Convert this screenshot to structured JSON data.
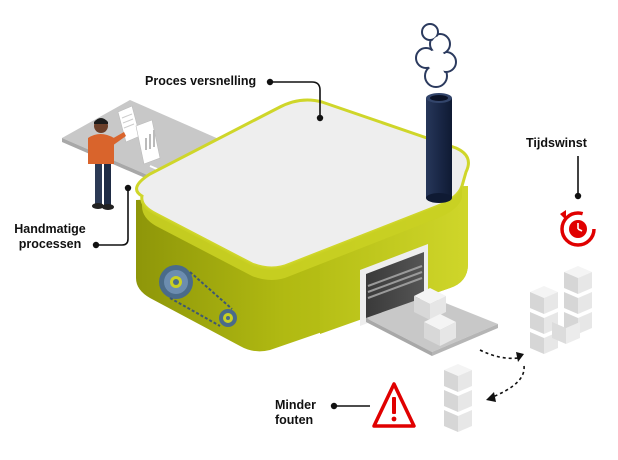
{
  "labels": {
    "process_acceleration": "Proces versnelling",
    "manual_processes_line1": "Handmatige",
    "manual_processes_line2": "processen",
    "time_savings": "Tijdswinst",
    "fewer_errors_line1": "Minder",
    "fewer_errors_line2": "fouten"
  },
  "colors": {
    "machine_body": "#a9b20f",
    "machine_top": "#efefef",
    "chimney": "#1b2a4a",
    "accent_red": "#e00000",
    "gear": "#4a6b8a",
    "person_shirt": "#d9642c"
  },
  "icons": [
    "gear-icon",
    "pulley-icon",
    "stopwatch-icon",
    "warning-triangle-icon",
    "document-icon"
  ]
}
